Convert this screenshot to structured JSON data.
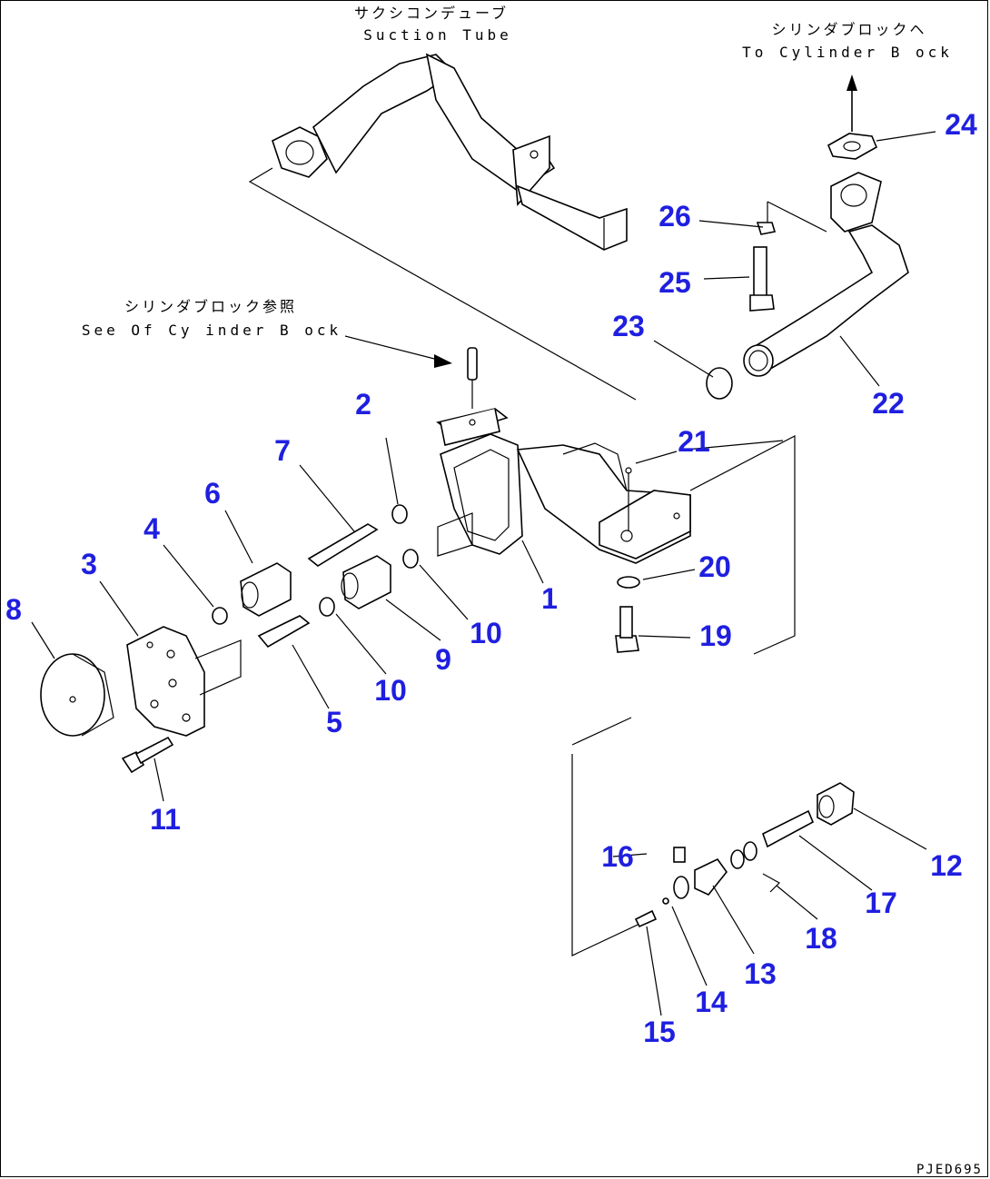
{
  "notes": {
    "suction_tube_jp": "サクシコンデューブ",
    "suction_tube_en": "Suction Tube",
    "to_cylinder_jp": "シリンダブロックヘ",
    "to_cylinder_en": "To Cylinder B ock",
    "see_cylinder_jp": "シリンダブロック参照",
    "see_cylinder_en": "See Of Cy inder B ock"
  },
  "callouts": [
    "1",
    "2",
    "3",
    "4",
    "5",
    "6",
    "7",
    "8",
    "9",
    "10",
    "10",
    "11",
    "12",
    "13",
    "14",
    "15",
    "16",
    "17",
    "18",
    "19",
    "20",
    "21",
    "22",
    "23",
    "24",
    "25",
    "26"
  ],
  "drawing_code": "PJED695",
  "colors": {
    "callout": "#1f1fe0",
    "line": "#000000"
  }
}
